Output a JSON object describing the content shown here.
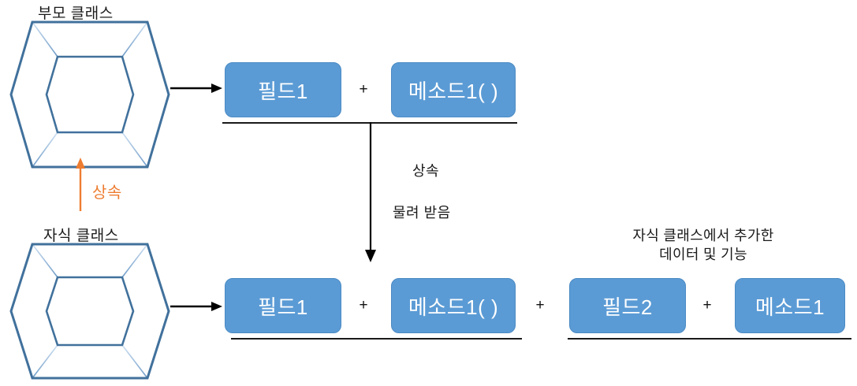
{
  "diagram": {
    "title_parent": "부모 클래스",
    "title_child": "자식 클래스",
    "inherit_arrow_label": "상속",
    "mid_label_1": "상속",
    "mid_label_2": "물려 받음",
    "child_extra_note_line1": "자식 클래스에서 추가한",
    "child_extra_note_line2": "데이터 및 기능",
    "plus_symbol": "+",
    "parent_members": [
      {
        "label": "필드1"
      },
      {
        "label": "메소드1( )"
      }
    ],
    "child_inherited_members": [
      {
        "label": "필드1"
      },
      {
        "label": "메소드1( )"
      }
    ],
    "child_added_members": [
      {
        "label": "필드2"
      },
      {
        "label": "메소드1"
      }
    ],
    "colors": {
      "chip_fill": "#5B9BD5",
      "chip_border": "#4a8ac4",
      "hex_outline": "#41719C",
      "hex_inner_line": "#8FB4DA",
      "inherit_arrow": "#ED7D31",
      "flow_arrow": "#000000",
      "rule": "#1a1a1a",
      "text": "#1a1a1a"
    }
  }
}
